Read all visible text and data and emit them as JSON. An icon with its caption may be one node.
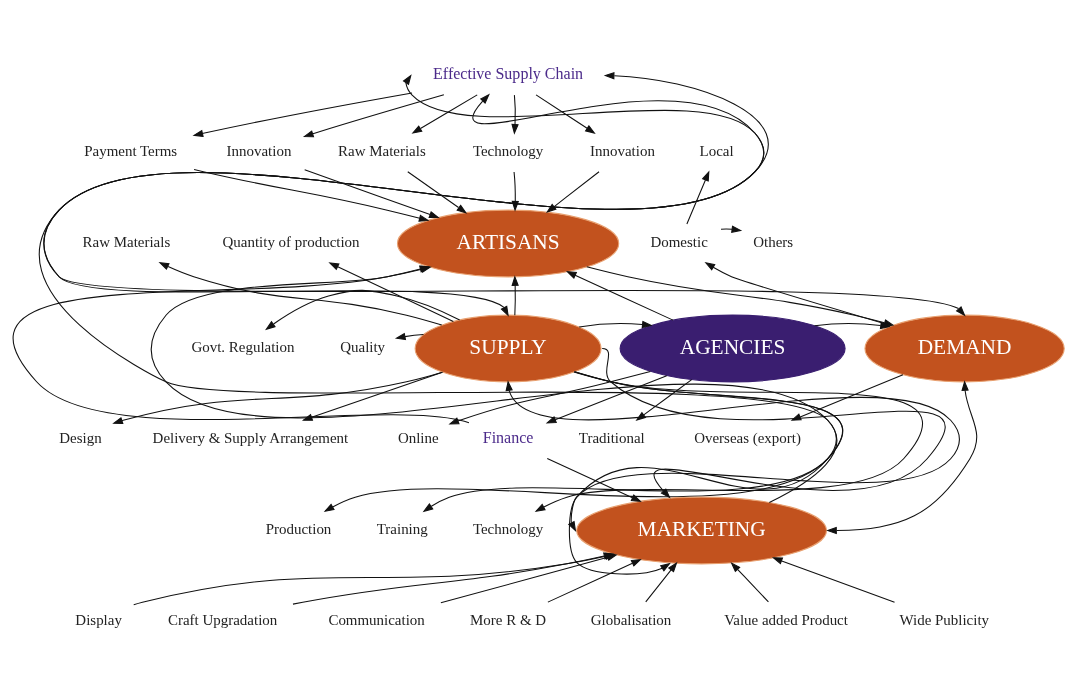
{
  "diagram": {
    "nodes": [
      {
        "text": [
          "Effective Supply Chain"
        ]
      },
      {
        "text": [
          "Innovation"
        ]
      },
      {
        "text": [
          "Raw Materials"
        ]
      },
      {
        "text": [
          "Technology"
        ]
      },
      {
        "text": [
          "Payment Terms"
        ]
      },
      {
        "text": [
          "ARTISANS"
        ]
      },
      {
        "text": [
          "Innovation"
        ]
      },
      {
        "text": [
          "Raw Materials"
        ]
      },
      {
        "text": [
          "Quantity of production"
        ]
      },
      {
        "text": [
          "Govt. Regulation"
        ]
      },
      {
        "text": [
          "Quality"
        ]
      },
      {
        "text": [
          "SUPPLY"
        ]
      },
      {
        "text": [
          "AGENCIES"
        ]
      },
      {
        "text": [
          "DEMAND"
        ]
      },
      {
        "text": [
          "Domestic"
        ]
      },
      {
        "text": [
          "Local"
        ]
      },
      {
        "text": [
          "Others"
        ]
      },
      {
        "text": [
          "Design"
        ]
      },
      {
        "text": [
          "Delivery & Supply Arrangement"
        ]
      },
      {
        "text": [
          "Online"
        ]
      },
      {
        "text": [
          "Traditional"
        ]
      },
      {
        "text": [
          "Finance"
        ]
      },
      {
        "text": [
          "Overseas (export)"
        ]
      },
      {
        "text": [
          "Training"
        ]
      },
      {
        "text": [
          "Production"
        ]
      },
      {
        "text": [
          "Technology"
        ]
      },
      {
        "text": [
          "MARKETING"
        ]
      },
      {
        "text": [
          "Craft Upgradation"
        ]
      },
      {
        "text": [
          "More R & D"
        ]
      },
      {
        "text": [
          "Value added Product"
        ]
      },
      {
        "text": [
          "Wide Publicity"
        ]
      },
      {
        "text": [
          "Display"
        ]
      },
      {
        "text": [
          "Communication"
        ]
      },
      {
        "text": [
          "Globalisation"
        ]
      }
    ],
    "edges": [
      {
        "from": 0,
        "to": 1,
        "arrow": "to"
      },
      {
        "from": 0,
        "to": 2,
        "arrow": "to"
      },
      {
        "from": 0,
        "to": 3,
        "arrow": "to"
      },
      {
        "from": 0,
        "to": 4,
        "arrow": "to"
      },
      {
        "from": 0,
        "to": 6,
        "arrow": "to"
      },
      {
        "from": 1,
        "to": 5,
        "arrow": "to"
      },
      {
        "from": 2,
        "to": 5,
        "arrow": "to"
      },
      {
        "from": 3,
        "to": 5,
        "arrow": "to"
      },
      {
        "from": 4,
        "to": 5,
        "arrow": "to"
      },
      {
        "from": 6,
        "to": 5,
        "arrow": "to"
      },
      {
        "from": 11,
        "to": 0,
        "arrow": "both"
      },
      {
        "from": 0,
        "to": 13,
        "arrow": "both"
      },
      {
        "from": 26,
        "to": 0,
        "arrow": "both"
      },
      {
        "from": 11,
        "to": 7,
        "arrow": "to"
      },
      {
        "from": 11,
        "to": 8,
        "arrow": "to"
      },
      {
        "from": 11,
        "to": 9,
        "arrow": "to"
      },
      {
        "from": 11,
        "to": 10,
        "arrow": "to"
      },
      {
        "from": 11,
        "to": 17,
        "arrow": "to"
      },
      {
        "from": 11,
        "to": 18,
        "arrow": "to"
      },
      {
        "from": 11,
        "to": 24,
        "arrow": "to"
      },
      {
        "from": 11,
        "to": 23,
        "arrow": "to"
      },
      {
        "from": 11,
        "to": 25,
        "arrow": "to"
      },
      {
        "from": 11,
        "to": 5,
        "arrow": "to"
      },
      {
        "from": 11,
        "to": 12,
        "arrow": "to"
      },
      {
        "from": 11,
        "to": 26,
        "arrow": "to"
      },
      {
        "from": 11,
        "to": 26,
        "arrow": "both"
      },
      {
        "from": 26,
        "to": 5,
        "arrow": "to"
      },
      {
        "from": 12,
        "to": 5,
        "arrow": "to"
      },
      {
        "from": 12,
        "to": 13,
        "arrow": "to"
      },
      {
        "from": 12,
        "to": 19,
        "arrow": "to"
      },
      {
        "from": 12,
        "to": 20,
        "arrow": "to"
      },
      {
        "from": 12,
        "to": 21,
        "arrow": "to"
      },
      {
        "from": 21,
        "to": 26,
        "arrow": "to"
      },
      {
        "from": 21,
        "to": 5,
        "arrow": "to"
      },
      {
        "from": 5,
        "to": 13,
        "arrow": "to"
      },
      {
        "from": 26,
        "to": 13,
        "arrow": "both"
      },
      {
        "from": 13,
        "to": 14,
        "arrow": "to"
      },
      {
        "from": 14,
        "to": 15,
        "arrow": "to"
      },
      {
        "from": 14,
        "to": 16,
        "arrow": "to"
      },
      {
        "from": 13,
        "to": 22,
        "arrow": "to"
      },
      {
        "from": 31,
        "to": 26,
        "arrow": "to"
      },
      {
        "from": 27,
        "to": 26,
        "arrow": "to"
      },
      {
        "from": 32,
        "to": 26,
        "arrow": "to"
      },
      {
        "from": 28,
        "to": 26,
        "arrow": "to"
      },
      {
        "from": 33,
        "to": 26,
        "arrow": "to"
      },
      {
        "from": 29,
        "to": 26,
        "arrow": "to"
      },
      {
        "from": 30,
        "to": 26,
        "arrow": "to"
      }
    ]
  }
}
